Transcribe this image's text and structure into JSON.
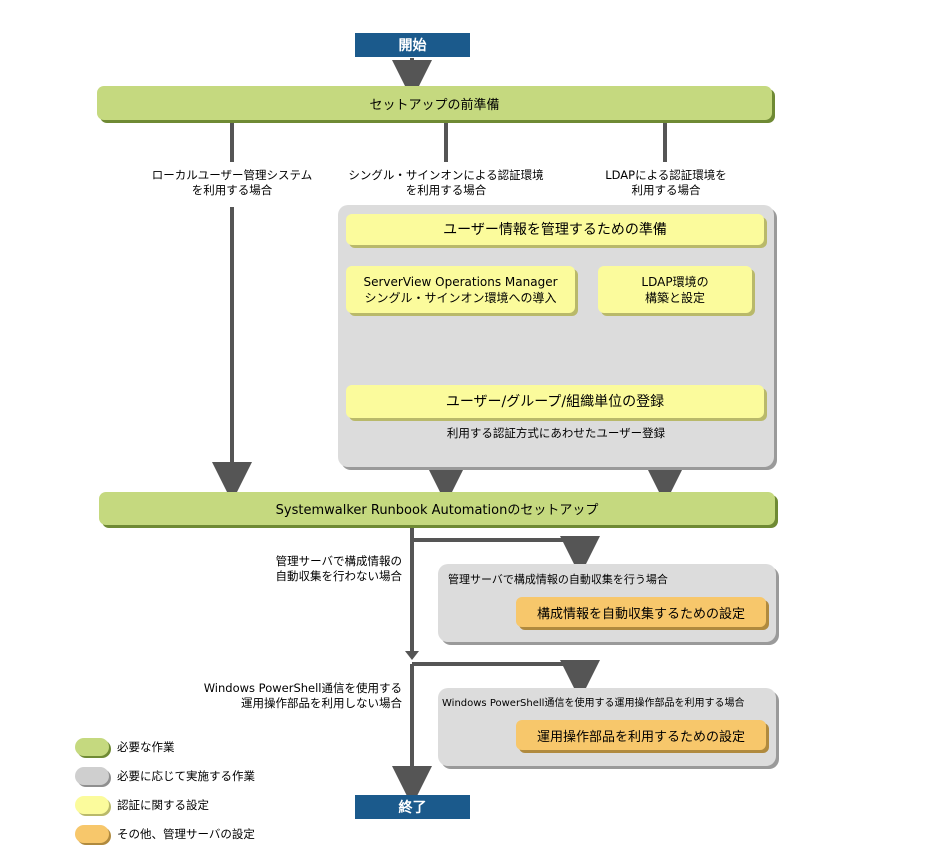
{
  "start_label": "開始",
  "end_label": "終了",
  "prep_bar": "セットアップの前準備",
  "branch_labels": {
    "local": [
      "ローカルユーザー管理システム",
      "を利用する場合"
    ],
    "sso": [
      "シングル・サインオンによる認証環境",
      "を利用する場合"
    ],
    "ldap": [
      "LDAPによる認証環境を",
      "利用する場合"
    ]
  },
  "user_prep": "ユーザー情報を管理するための準備",
  "svom_box": [
    "ServerView Operations Manager",
    "シングル・サインオン環境への導入"
  ],
  "ldap_box": [
    "LDAP環境の",
    "構築と設定"
  ],
  "user_register": "ユーザー/グループ/組織単位の登録",
  "user_register_note": "利用する認証方式にあわせたユーザー登録",
  "setup_bar": "Systemwalker Runbook Automationのセットアップ",
  "config_no_auto": [
    "管理サーバで構成情報の",
    "自動収集を行わない場合"
  ],
  "config_auto_title": "管理サーバで構成情報の自動収集を行う場合",
  "config_auto_box": "構成情報を自動収集するための設定",
  "ps_no": [
    "Windows PowerShell通信を使用する",
    "運用操作部品を利用しない場合"
  ],
  "ps_title": "Windows PowerShell通信を使用する運用操作部品を利用する場合",
  "ps_box": "運用操作部品を利用するための設定",
  "legend": [
    {
      "label": "必要な作業",
      "color": "#c5d97f",
      "shadow": "#6f8a34"
    },
    {
      "label": "必要に応じて実施する作業",
      "color": "#cfcfcf",
      "shadow": "#8f8f8f"
    },
    {
      "label": "認証に関する設定",
      "color": "#fbfb9c",
      "shadow": "#b9b96a"
    },
    {
      "label": "その他、管理サーバの設定",
      "color": "#f7c76b",
      "shadow": "#b08a3e"
    }
  ]
}
